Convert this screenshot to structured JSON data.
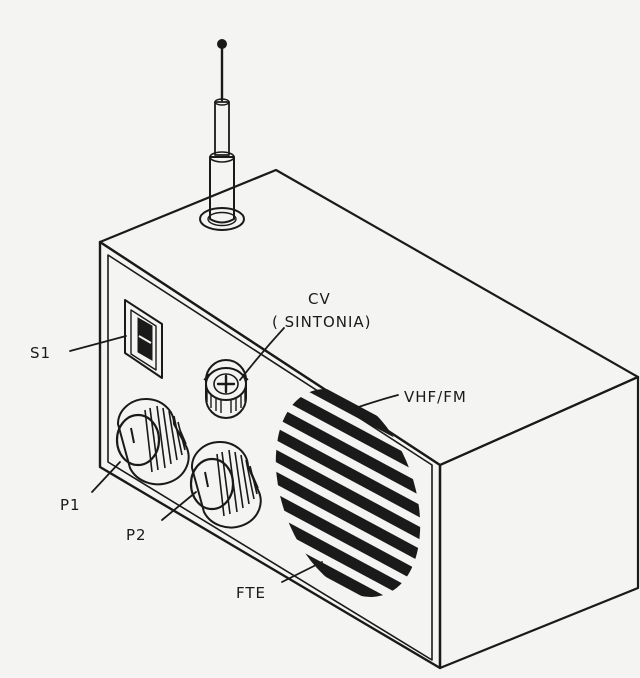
{
  "labels": {
    "s1": "S1",
    "cv": "CV",
    "sintonia": "( SINTONIA)",
    "vhf_fm": "VHF/FM",
    "p1": "P1",
    "p2": "P2",
    "fte": "FTE"
  },
  "colors": {
    "ink": "#1a1a1a",
    "paper": "#f4f4f2"
  }
}
